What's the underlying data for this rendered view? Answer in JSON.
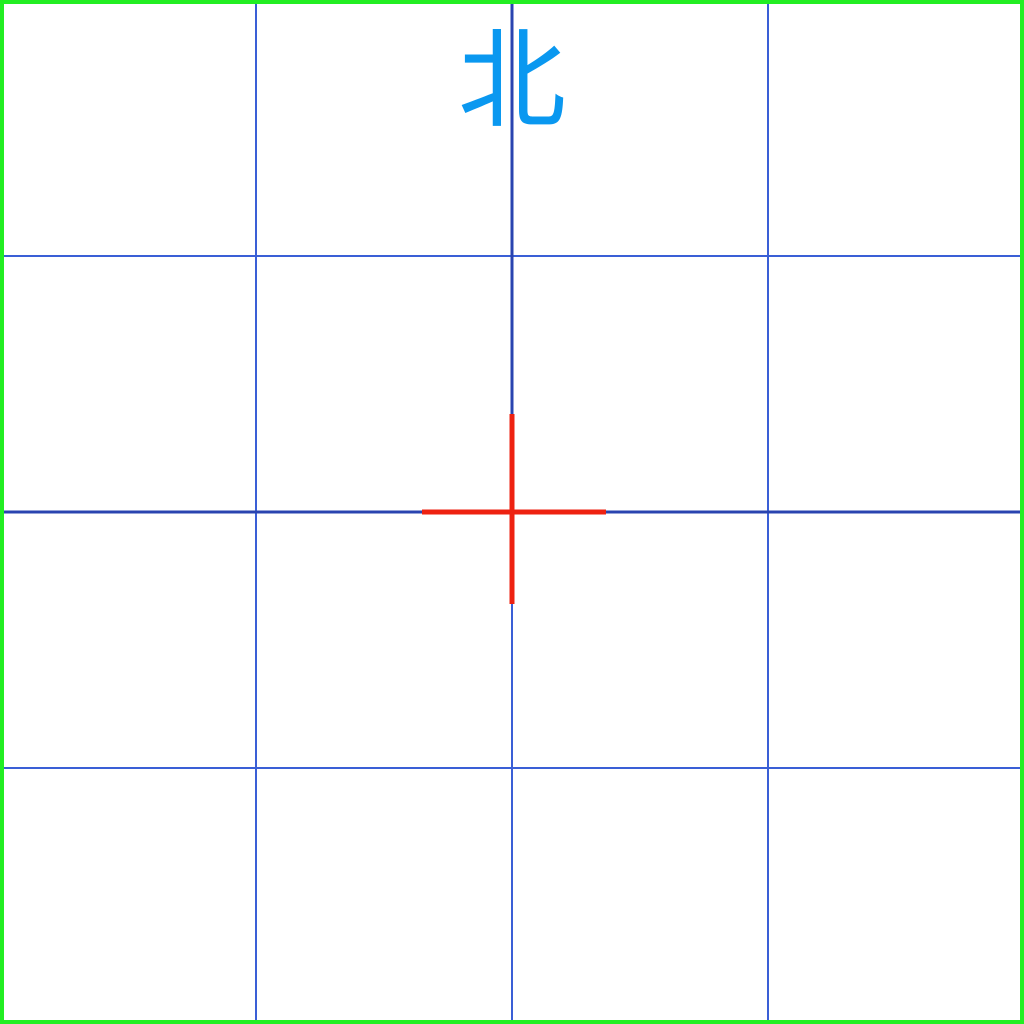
{
  "compass": {
    "north_label": "北"
  },
  "grid": {
    "rows": 4,
    "columns": 4
  },
  "colors": {
    "background": "#ffffff",
    "border": "#22ee22",
    "grid_line": "#3a5fd6",
    "center_axis": "#2a44b0",
    "crosshair": "#ee2211",
    "north_label": "#0a98f0"
  }
}
